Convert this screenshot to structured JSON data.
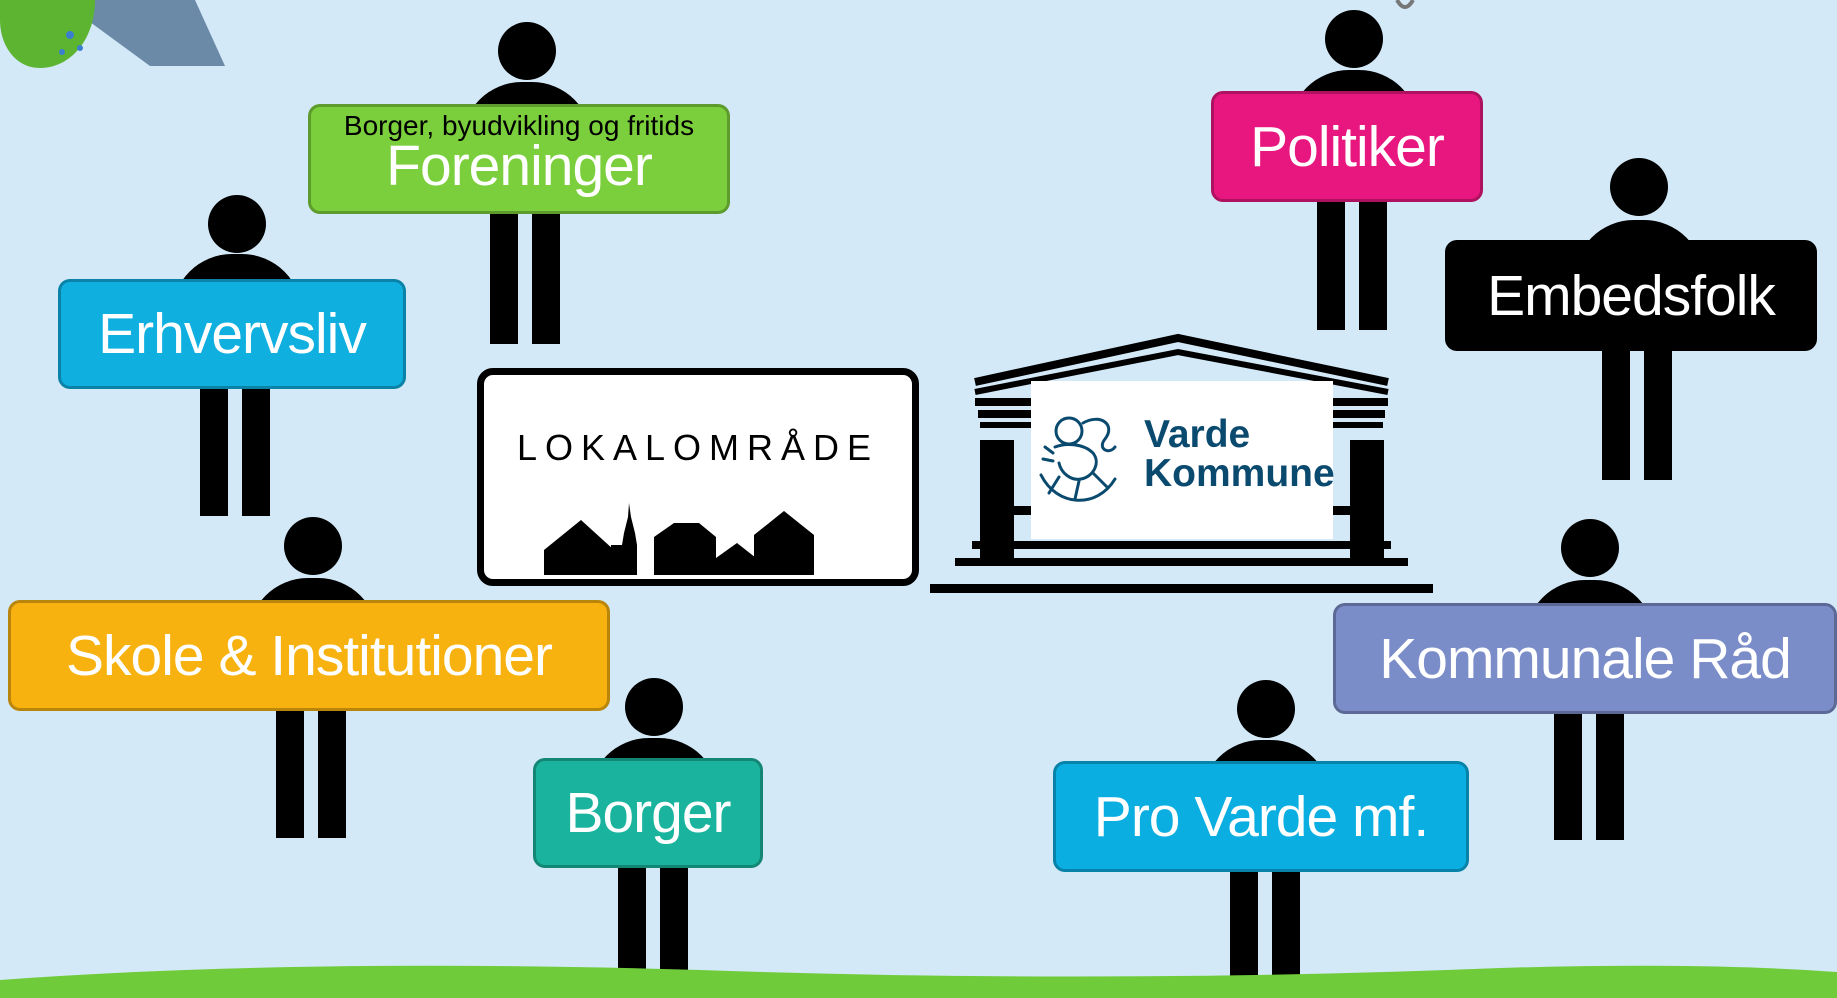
{
  "labels": {
    "foreninger_sub": "Borger, byudvikling og fritids",
    "foreninger": "Foreninger",
    "erhvervsliv": "Erhvervsliv",
    "skole": "Skole & Institutioner",
    "borger": "Borger",
    "politiker": "Politiker",
    "embedsfolk": "Embedsfolk",
    "kommunale_raad": "Kommunale Råd",
    "pro_varde": "Pro Varde mf."
  },
  "lokalomraade": {
    "text": "LOKALOMRÅDE"
  },
  "varde": {
    "line1": "Varde",
    "line2": "Kommune"
  },
  "colors": {
    "background": "#d3e9f7",
    "foreninger": "#7ccf3c",
    "erhvervsliv": "#0fafe0",
    "skole": "#f7b20f",
    "borger": "#1ab39e",
    "politiker": "#e8177f",
    "embedsfolk": "#000000",
    "kommunale_raad": "#7b8dc9",
    "pro_varde": "#0aaee0",
    "varde_blue": "#0b4a6f",
    "ground": "#6fcb3a"
  }
}
